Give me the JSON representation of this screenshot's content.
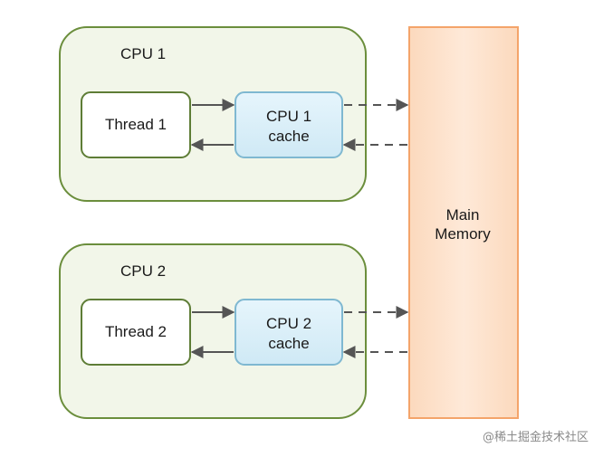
{
  "cpus": [
    {
      "title": "CPU 1",
      "thread": "Thread 1",
      "cache_line1": "CPU 1",
      "cache_line2": "cache"
    },
    {
      "title": "CPU 2",
      "thread": "Thread 2",
      "cache_line1": "CPU 2",
      "cache_line2": "cache"
    }
  ],
  "memory": {
    "line1": "Main",
    "line2": "Memory"
  },
  "watermark": "@稀土掘金技术社区",
  "colors": {
    "cpu_fill": "#f2f6e9",
    "cpu_stroke": "#6b8e3c",
    "thread_fill": "#ffffff",
    "thread_stroke": "#5e7d36",
    "cache_fill": "#dcf0f9",
    "cache_stroke": "#7fb8d1",
    "memory_fill": "#fde2cc",
    "memory_stroke": "#f4a46a",
    "arrow": "#555555"
  }
}
